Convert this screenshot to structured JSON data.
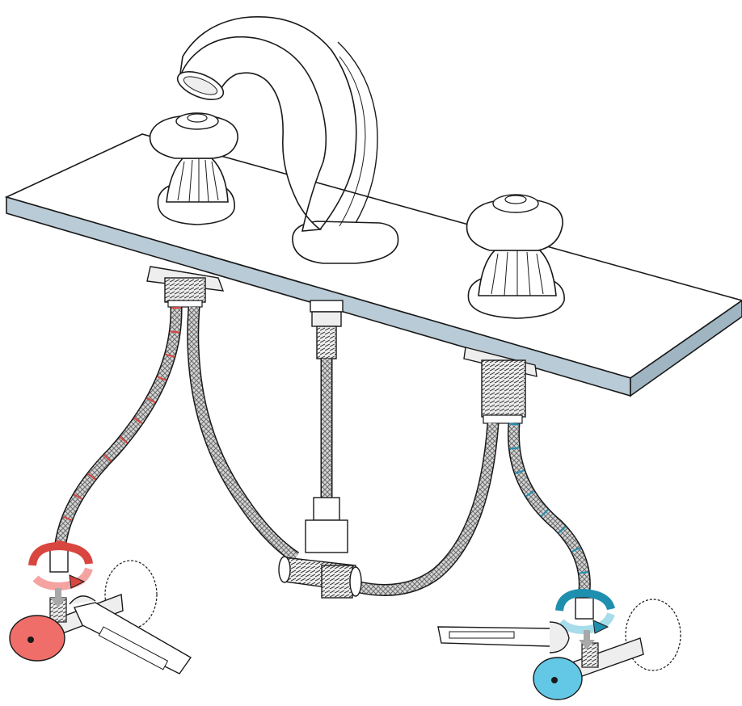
{
  "colors": {
    "outline": "#1a1a1a",
    "deck_top": "#ffffff",
    "deck_edge": "#b9cbd6",
    "hose": "#c9c9c9",
    "hot": "#d9453f",
    "hot_valve": "#ef6e6a",
    "hot_arrow": "#f4a3a0",
    "cold": "#1f8fb0",
    "cold_valve": "#63c8e6",
    "cold_arrow": "#a7dcea",
    "metal": "#e6e6e6"
  },
  "icons": {
    "hot_rotate": "rotate-clockwise-icon",
    "cold_rotate": "rotate-clockwise-icon",
    "hot_down": "arrow-down-icon",
    "cold_down": "arrow-down-icon",
    "wrench": "adjustable-wrench-icon"
  },
  "parts": [
    "spout",
    "hot-handle",
    "cold-handle",
    "deck-plate",
    "hot-supply-hose",
    "cold-supply-hose",
    "tee-connector",
    "hot-shutoff-valve",
    "cold-shutoff-valve"
  ]
}
